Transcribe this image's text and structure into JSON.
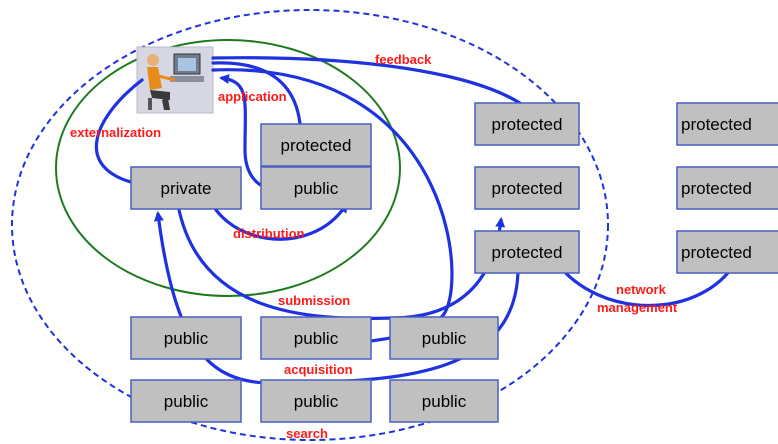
{
  "colors": {
    "box_fill": "#c0c0c0",
    "box_border": "#4a5fc1",
    "arrow": "#1f32e0",
    "label": "#ff1a1a",
    "inner_circle": "#1f7a1f",
    "outer_ellipse": "#1f32e0"
  },
  "person_icon": "person-at-computer-icon",
  "nodes": {
    "private": "private",
    "own_public": "public",
    "own_protected": "protected",
    "protected_a1": "protected",
    "protected_a2": "protected",
    "protected_a3": "protected",
    "protected_b1": "protected",
    "protected_b2": "protected",
    "protected_b3": "protected",
    "public_r1c1": "public",
    "public_r1c2": "public",
    "public_r1c3": "public",
    "public_r2c1": "public",
    "public_r2c2": "public",
    "public_r2c3": "public"
  },
  "labels": {
    "feedback": "feedback",
    "application": "application",
    "externalization": "externalization",
    "distribution": "distribution",
    "submission": "submission",
    "acquisition": "acquisition",
    "search": "search",
    "network_line1": "network",
    "network_line2": "management"
  }
}
